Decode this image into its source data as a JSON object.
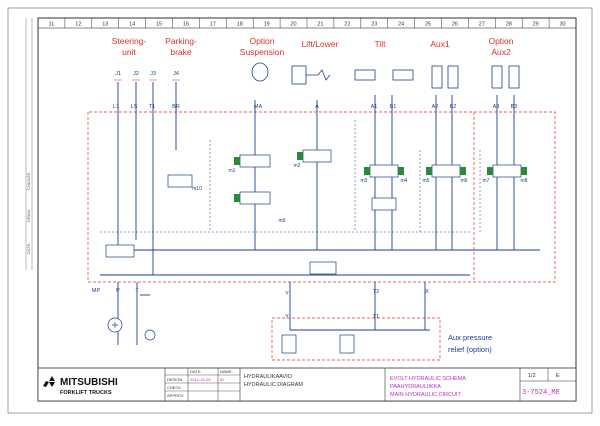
{
  "column_numbers": [
    "11",
    "12",
    "13",
    "14",
    "15",
    "16",
    "17",
    "18",
    "19",
    "20",
    "21",
    "22",
    "23",
    "24",
    "25",
    "26",
    "27",
    "28",
    "29",
    "30"
  ],
  "section_labels": {
    "steering": [
      "Steering-",
      "unit"
    ],
    "parking": [
      "Parking-",
      "brake"
    ],
    "suspension": [
      "Option",
      "Suspension"
    ],
    "liftlower": "Lift/Lower",
    "tilt": "Tilt",
    "aux1": "Aux1",
    "aux2": [
      "Option",
      "Aux2"
    ]
  },
  "connectors": [
    "J1",
    "J2",
    "J3",
    "J4"
  ],
  "ports": {
    "L1": "L1",
    "LS": "LS",
    "T1": "T1",
    "BR": "BR",
    "MA": "MA",
    "A": "A",
    "A1": "A1",
    "B1": "B1",
    "A2": "A2",
    "B2": "B2",
    "A3": "A3",
    "B3": "B3",
    "MP": "MP",
    "P": "P",
    "T": "T",
    "Y": "Y",
    "T2": "T2",
    "X": "X",
    "Y2": "Y",
    "T1b": "T1"
  },
  "valve_labels": {
    "m10": "m10",
    "m1a": "m1",
    "m9": "m9",
    "m2": "m2",
    "m3": "m3",
    "m4": "m4",
    "m5": "m5",
    "m6": "m6",
    "m7": "m7",
    "m8": "m8"
  },
  "aux_pressure": [
    "Aux pressure",
    "relief (option)"
  ],
  "title_block": {
    "brand": "MITSUBISHI",
    "brand_sub": "FORKLIFT TRUCKS",
    "rows": [
      "DESIGN",
      "CHECK",
      "APPROV"
    ],
    "date_head": "DATE:",
    "name_head": "NAME:",
    "date_value": "2012-10-25",
    "name_value": "ID",
    "title_fi_1": "HYDRAULIKAAVIO",
    "title_en_1": "HYDRAULIC DIAGRAM",
    "title_fi_2": "EVOLT HYDRAULIC SCHEMA",
    "title_fi_3": "PAAHYDRAULIIKKA",
    "title_en_2": "MAIN HYDRAULIC CIRCUIT",
    "sheet": "1/2",
    "revision": "E",
    "drawing_no": "3-7524_ME"
  },
  "side_notes": [
    "CHANGE:",
    "DRAW:",
    "DATE:"
  ],
  "colors": {
    "line": "#1c3f8f",
    "red": "#d9302a",
    "green": "#2b8a3a",
    "magenta": "#c12ec1"
  }
}
